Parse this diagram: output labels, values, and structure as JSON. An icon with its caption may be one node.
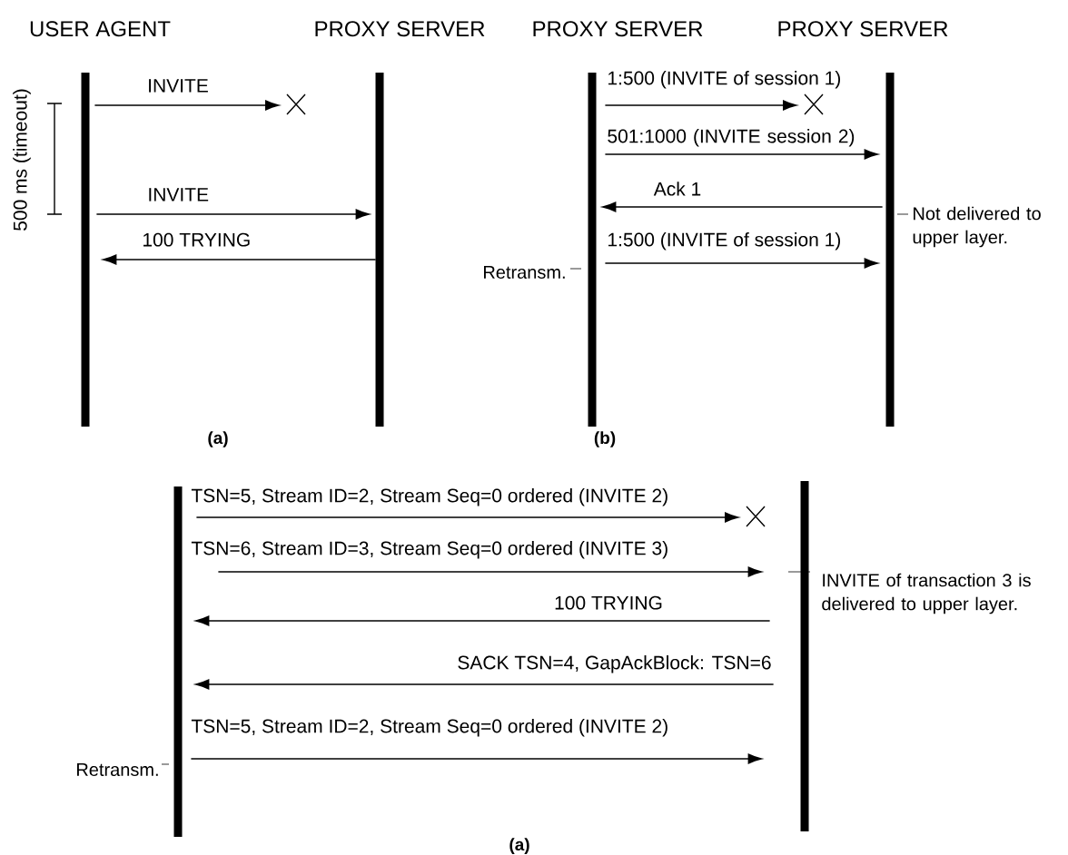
{
  "diagram": {
    "nodes": [
      {
        "text": [
          "USER AGENT"
        ]
      },
      {
        "text": [
          "PROXY SERVER"
        ]
      },
      {
        "text": [
          "PROXY SERVER"
        ],
        "beside": [
          "Retransm."
        ]
      },
      {
        "text": [
          "PROXY SERVER"
        ],
        "beside": [
          "Not delivered to upper layer."
        ]
      },
      {
        "text": [],
        "shape": "bar",
        "beside": [
          "Retransm."
        ]
      },
      {
        "text": [],
        "shape": "bar",
        "beside": [
          "INVITE of transaction 3 is delivered to upper layer."
        ]
      }
    ],
    "edges": [
      {
        "from": 0,
        "to": null,
        "arrow": "to",
        "label": "INVITE"
      },
      {
        "from": 0,
        "to": 1,
        "arrow": "to",
        "label": "INVITE"
      },
      {
        "from": 1,
        "to": 0,
        "arrow": "to",
        "label": "100 TRYING"
      },
      {
        "from": 2,
        "to": null,
        "arrow": "to",
        "label": "1:500 (INVITE of session 1)"
      },
      {
        "from": 2,
        "to": 3,
        "arrow": "to",
        "label": "501:1000 (INVITE session 2)"
      },
      {
        "from": 3,
        "to": 2,
        "arrow": "to",
        "label": "Ack 1"
      },
      {
        "from": 2,
        "to": 3,
        "arrow": "to",
        "label": "1:500 (INVITE of session 1)"
      },
      {
        "from": 4,
        "to": null,
        "arrow": "to",
        "label": "TSN=5, Stream ID=2, Stream Seq=0 ordered (INVITE 2)"
      },
      {
        "from": 4,
        "to": 5,
        "arrow": "to",
        "label": "TSN=6, Stream ID=3, Stream Seq=0 ordered (INVITE 3)"
      },
      {
        "from": 5,
        "to": 4,
        "arrow": "to",
        "label": "100 TRYING"
      },
      {
        "from": 5,
        "to": 4,
        "arrow": "to",
        "label": "SACK TSN=4, GapAckBlock: TSN=6"
      },
      {
        "from": 4,
        "to": 5,
        "arrow": "to",
        "label": "TSN=5, Stream ID=2, Stream Seq=0 ordered (INVITE 2)"
      }
    ],
    "labels": [
      "500 ms (timeout)",
      "(a)",
      "(b)",
      "(a)"
    ]
  }
}
